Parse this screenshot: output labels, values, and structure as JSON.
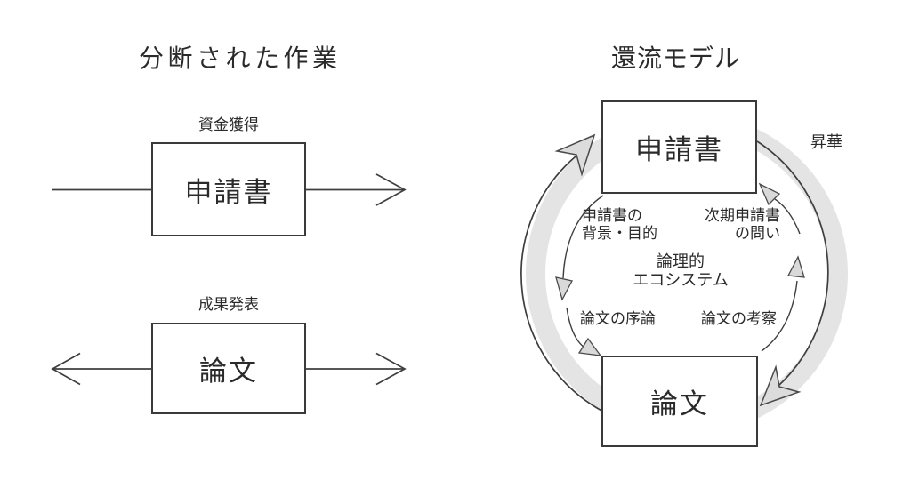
{
  "left_diagram": {
    "title": "分断された作業",
    "application": {
      "label_above": "資金獲得",
      "box_label": "申請書"
    },
    "paper": {
      "label_above": "成果発表",
      "box_label": "論文"
    }
  },
  "right_diagram": {
    "title": "還流モデル",
    "top_box_label": "申請書",
    "bottom_box_label": "論文",
    "outer_cycle_label": "昇華",
    "inner_labels": {
      "app_background_line1": "申請書の",
      "app_background_line2": "背景・目的",
      "next_app_line1": "次期申請書",
      "next_app_line2": "の問い",
      "center_line1": "論理的",
      "center_line2": "エコシステム",
      "paper_intro": "論文の序論",
      "paper_discussion": "論文の考察"
    }
  },
  "colors": {
    "line": "#3f3f3f",
    "band": "#e4e4e4",
    "arrowhead_fill": "#dcdcdc",
    "text": "#2a2a2a",
    "background": "#ffffff"
  }
}
